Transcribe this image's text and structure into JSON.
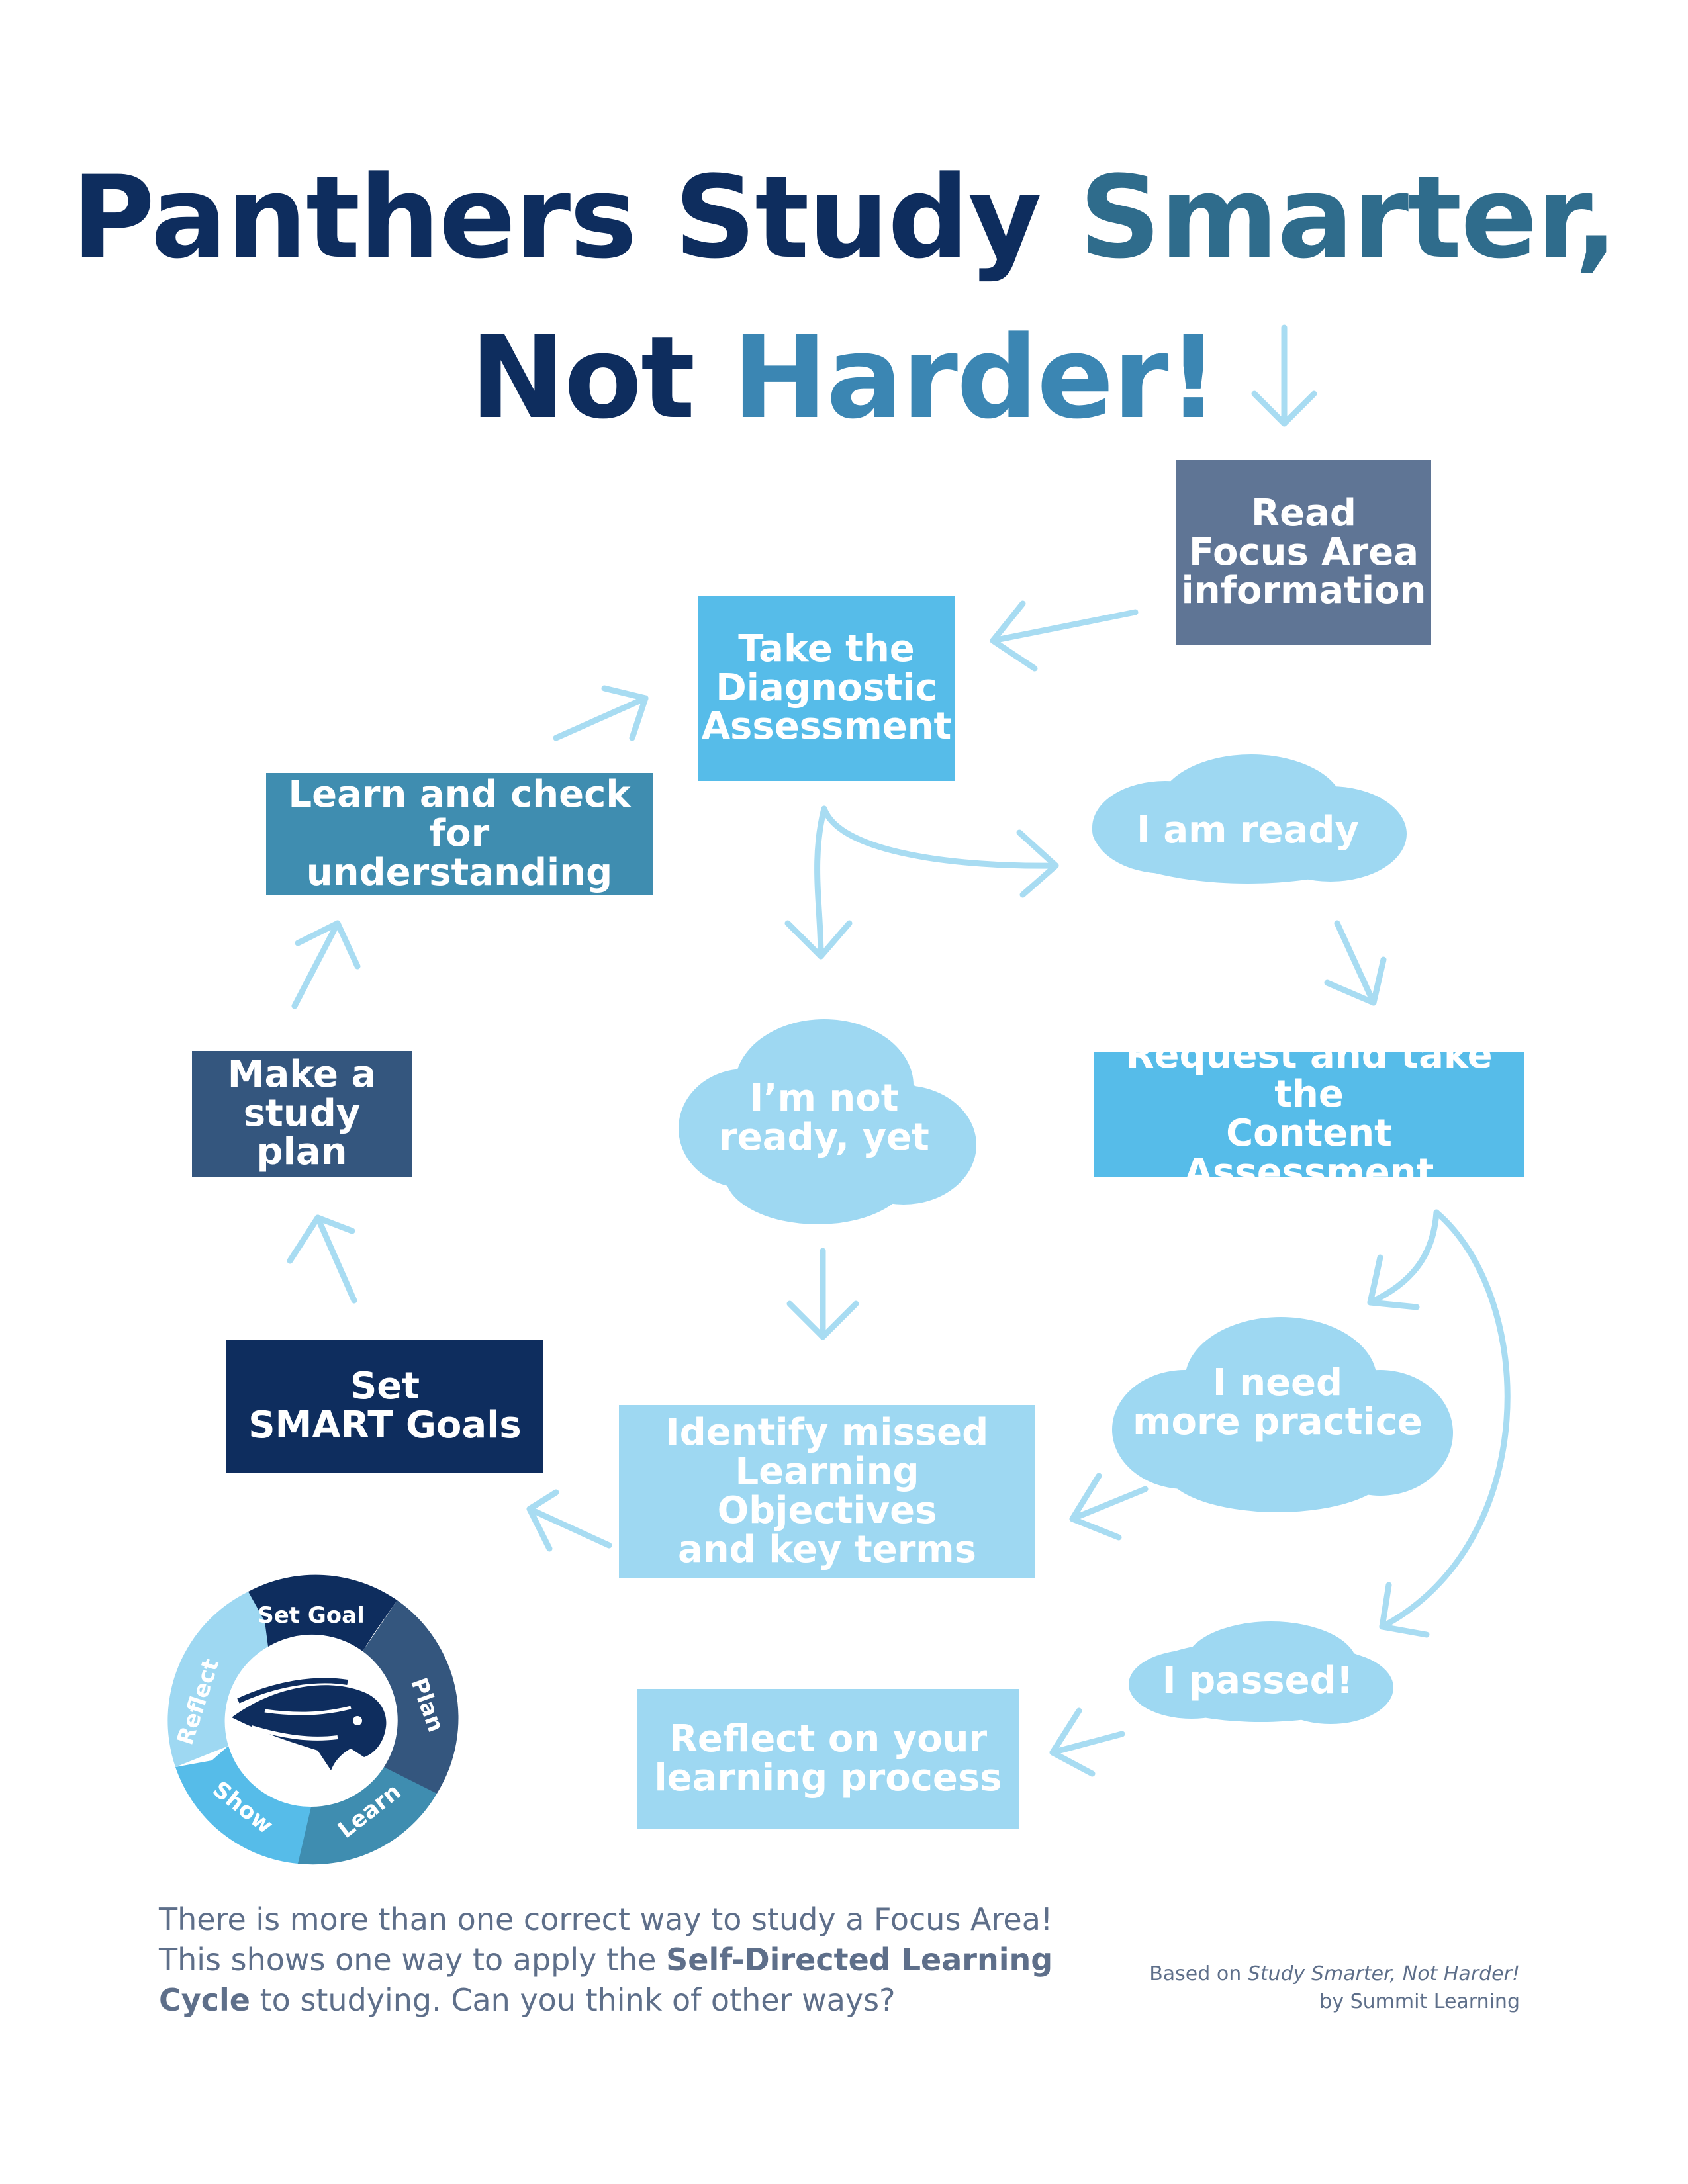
{
  "title": {
    "line1_part1": "Panthers Study ",
    "line1_part2": "Smarter,",
    "line2_part1": "Not ",
    "line2_part2": "Harder!"
  },
  "colors": {
    "navy": "#0e2d5e",
    "slate": "#5f7595",
    "teal": "#3f8db0",
    "sky": "#56bce9",
    "pale": "#9ed8f2",
    "arrow": "#a8dcf2"
  },
  "steps": {
    "read": "Read\nFocus Area\ninformation",
    "diagnostic": "Take the\nDiagnostic\nAssessment",
    "learn_check": "Learn and check\nfor understanding",
    "study_plan": "Make a\nstudy plan",
    "smart_goals": "Set\nSMART Goals",
    "content_assessment": "Request and take the\nContent Assessment",
    "identify": "Identify missed\nLearning Objectives\nand key terms",
    "reflect": "Reflect on your\nlearning process"
  },
  "clouds": {
    "ready": "I am ready",
    "not_ready": "I’m not\nready, yet",
    "more_practice": "I need\nmore practice",
    "passed": "I passed!"
  },
  "cycle": {
    "segments": [
      "Set Goal",
      "Plan",
      "Learn",
      "Show",
      "Reflect"
    ],
    "icon": "panther-logo-icon"
  },
  "footer": {
    "line1": "There is more than one correct way to study a Focus Area!",
    "line2_pre": "This shows one way to apply the ",
    "line2_bold": "Self-Directed Learning",
    "line3_bold": "Cycle",
    "line3_post": " to studying. Can you think of other ways?"
  },
  "credit": {
    "prefix": "Based on ",
    "book": "Study Smarter, Not Harder!",
    "author": "by Summit Learning"
  }
}
